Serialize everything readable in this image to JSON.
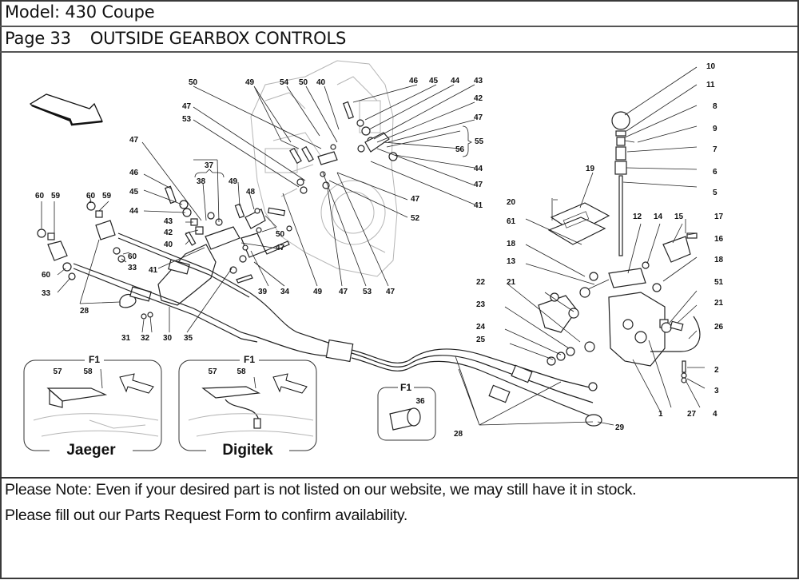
{
  "header": {
    "model_label": "Model: 430 Coupe",
    "page_number": "Page 33",
    "page_title": "OUTSIDE GEARBOX CONTROLS"
  },
  "diagram": {
    "callouts": {
      "c50a": "50",
      "c49a": "49",
      "c54": "54",
      "c50b": "50",
      "c40a": "40",
      "c46a": "46",
      "c45a": "45",
      "c44a": "44",
      "c43a": "43",
      "c42a": "42",
      "c47a": "47",
      "c55": "55",
      "c56": "56",
      "c44b": "44",
      "c47b": "47",
      "c41a": "41",
      "c47c": "47",
      "c52": "52",
      "c47d": "47",
      "c53a": "53",
      "c47e": "47",
      "c46b": "46",
      "c45b": "45",
      "c44c": "44",
      "c43b": "43",
      "c42b": "42",
      "c40b": "40",
      "c41b": "41",
      "c37": "37",
      "c38": "38",
      "c49b": "49",
      "c48": "48",
      "c50c": "50",
      "c47f": "47",
      "c39": "39",
      "c34": "34",
      "c49c": "49",
      "c47g": "47",
      "c53b": "53",
      "c47h": "47",
      "c60a": "60",
      "c59a": "59",
      "c60b": "60",
      "c59b": "59",
      "c60c": "60",
      "c33a": "33",
      "c60d": "60",
      "c33b": "33",
      "c28a": "28",
      "c31": "31",
      "c32": "32",
      "c30": "30",
      "c35": "35",
      "c10": "10",
      "c11": "11",
      "c8": "8",
      "c9": "9",
      "c7": "7",
      "c6": "6",
      "c5": "5",
      "c19": "19",
      "c20": "20",
      "c61": "61",
      "c12": "12",
      "c14": "14",
      "c15": "15",
      "c17": "17",
      "c16": "16",
      "c18a": "18",
      "c18b": "18",
      "c13": "13",
      "c21a": "21",
      "c51": "51",
      "c22": "22",
      "c21b": "21",
      "c23": "23",
      "c26": "26",
      "c24": "24",
      "c25": "25",
      "c2": "2",
      "c3": "3",
      "c1": "1",
      "c27": "27",
      "c4": "4",
      "c29": "29",
      "c28b": "28",
      "c36": "36"
    },
    "insets": {
      "jaeger": {
        "group": "F1",
        "brand": "Jaeger",
        "part_a": "57",
        "part_b": "58"
      },
      "digitek": {
        "group": "F1",
        "brand": "Digitek",
        "part_a": "57",
        "part_b": "58"
      },
      "connector": {
        "group": "F1",
        "part": "36"
      }
    },
    "icons": [
      "direction-arrow-icon"
    ]
  },
  "note": {
    "line1": "Please Note: Even if your desired part is not listed on our website, we may still have it in stock.",
    "line2": "Please fill out our Parts Request Form to confirm availability."
  }
}
